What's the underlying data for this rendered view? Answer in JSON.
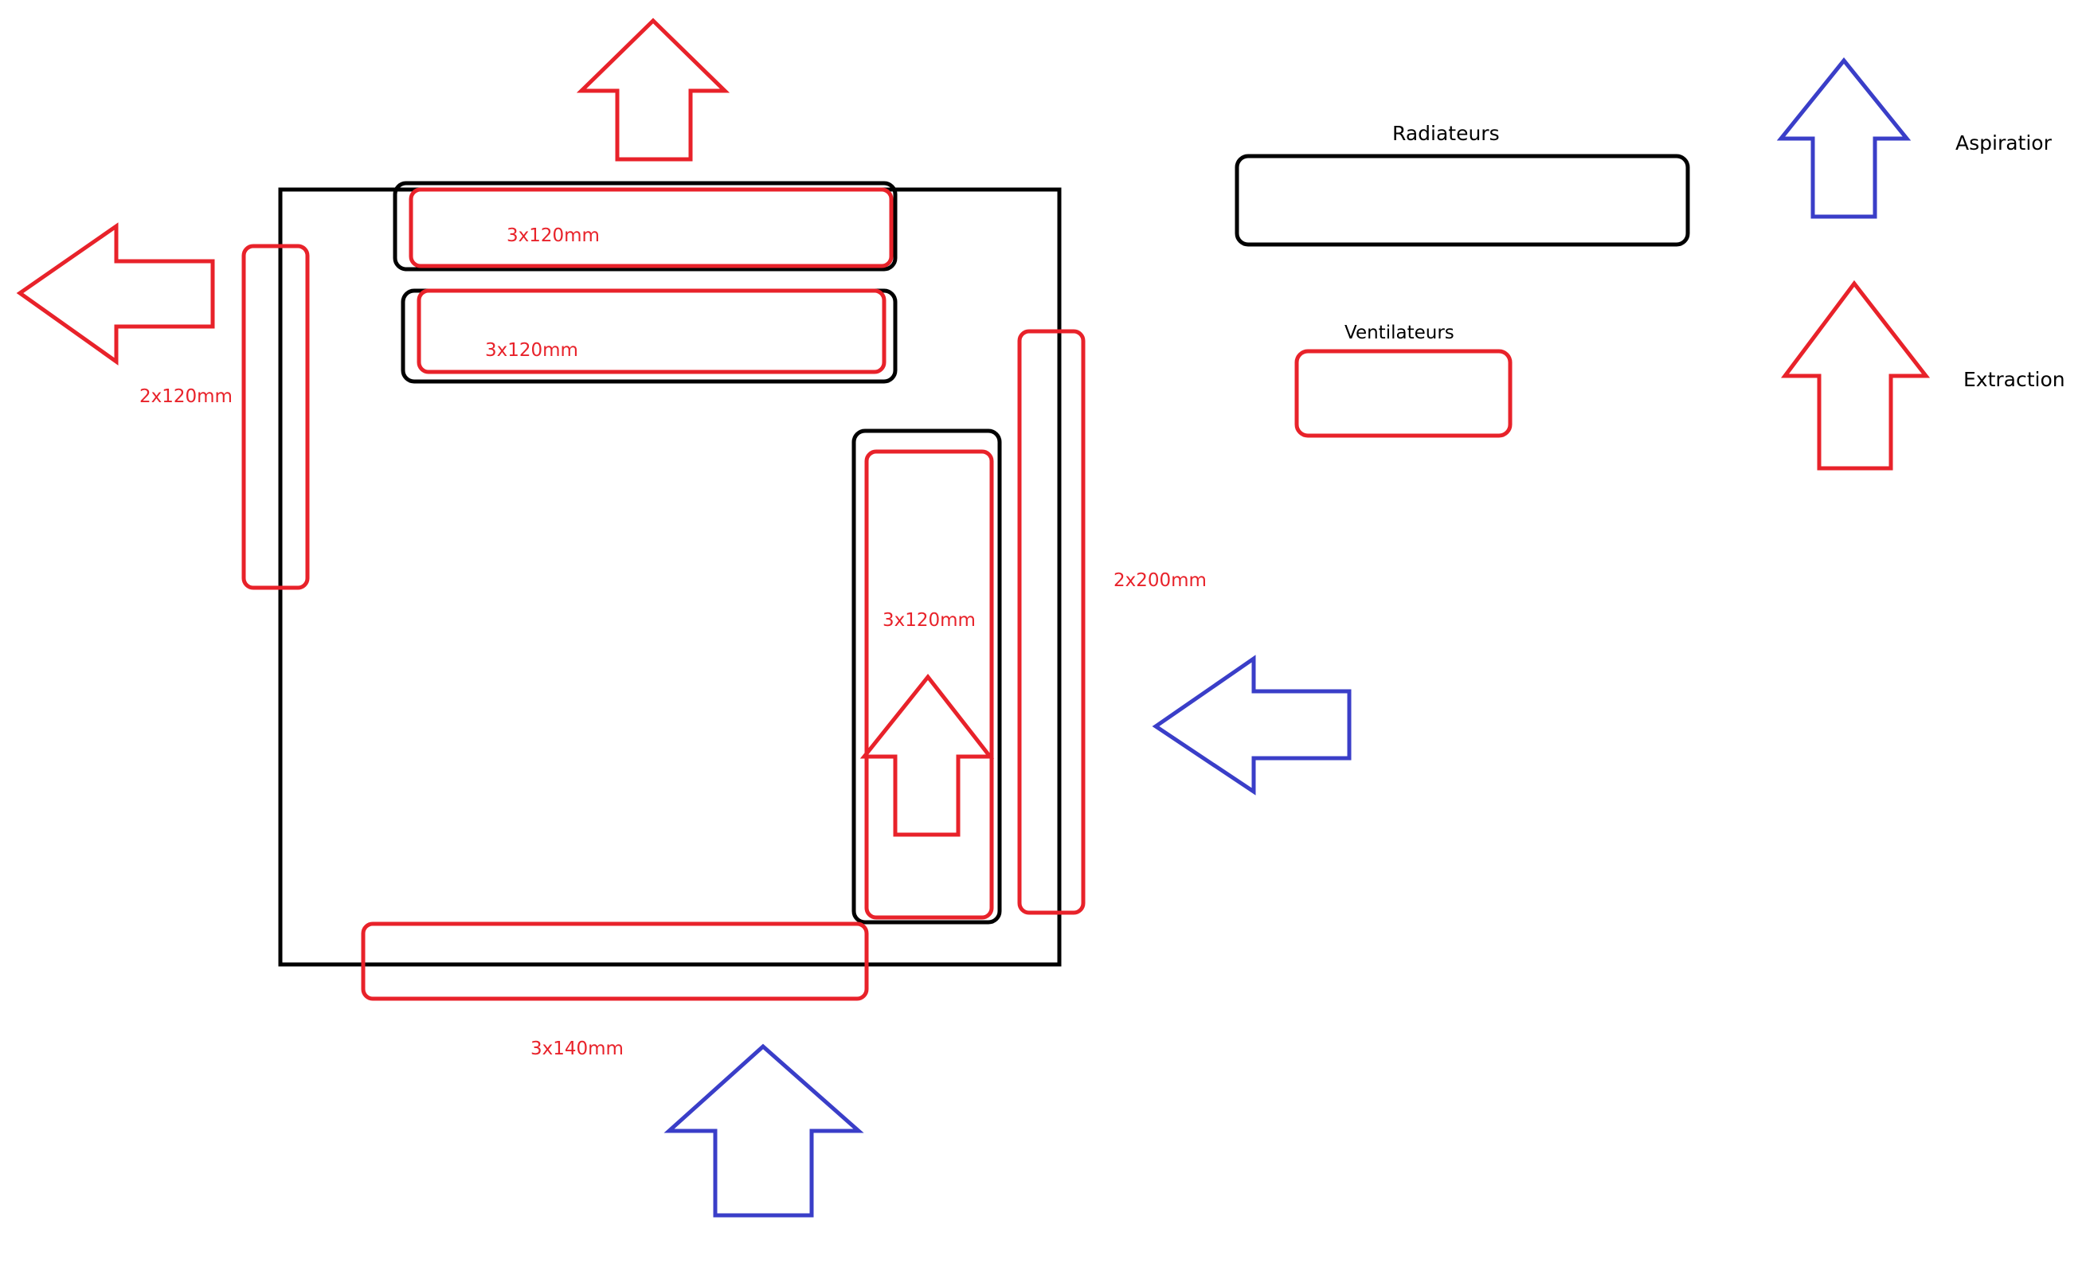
{
  "colors": {
    "extraction": "#e8222a",
    "aspiration": "#3a3ec8",
    "radiator": "#000000",
    "case": "#000000",
    "background": "#ffffff"
  },
  "fan_labels": {
    "top_outer": "3x120mm",
    "top_inner": "3x120mm",
    "left": "2x120mm",
    "right_inner": "3x120mm",
    "right_outer": "2x200mm",
    "bottom": "3x140mm"
  },
  "legend": {
    "radiator_label": "Radiateurs",
    "fan_label": "Ventilateurs",
    "aspiration_label": "Aspiratior",
    "extraction_label": "Extraction"
  },
  "icons": {
    "extraction_arrow": "arrow-outline-red",
    "aspiration_arrow": "arrow-outline-blue"
  }
}
